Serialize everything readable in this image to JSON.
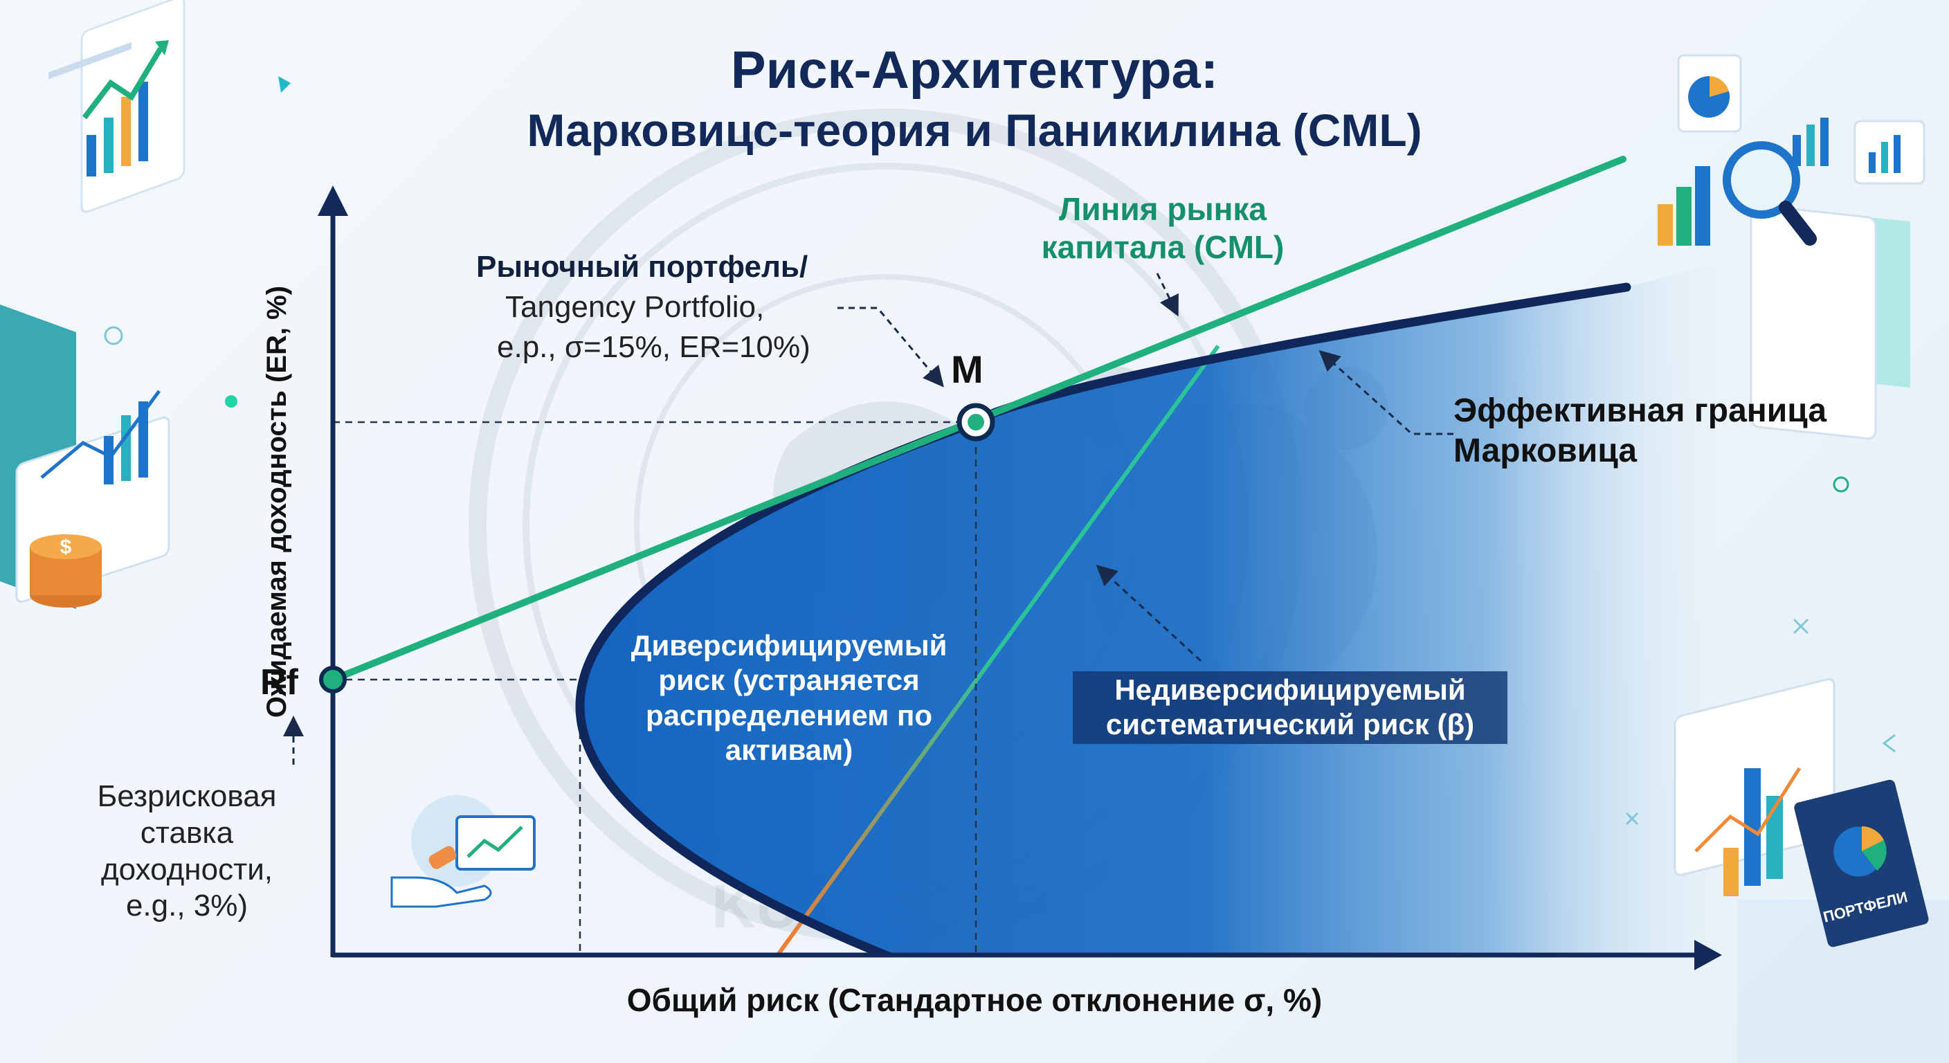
{
  "title": {
    "line1": "Риск-Архитектура:",
    "line2": "Марковицс-теория и Паникилина (CML)"
  },
  "axes": {
    "x_label": "Общий риск (Стандартное отклонение σ, %)",
    "y_label": "Ожидаемая доходность (ER, %)"
  },
  "labels": {
    "market_portfolio": {
      "line1": "Рыночный портфель/",
      "line2": "Tangency Portfolio,",
      "line3": "e.p., σ=15%, ER=10%)"
    },
    "cml": "Линия рынка капитала (CML)",
    "efficient_frontier": "Эффективная граница Марковица",
    "rf_point": "Rf",
    "m_point": "M",
    "risk_free_rate": "Безрисковая ставка доходности, e.g., 3%)",
    "diversifiable_risk": "Диверсифицируемый риск (устраняется распределением по активам)",
    "nondiversifiable_risk": "Недиверсифицируемый систематический риск (β)",
    "portfolio_badge": "ПОРТФЕЛИ",
    "watermark": "KUTPROFIT"
  },
  "colors": {
    "cml_line": "#1fb07e",
    "frontier_curve": "#10275c",
    "risky_region": "#1565c0",
    "title": "#13295a",
    "beta_line_top": "#2bc49a",
    "beta_line_bottom": "#ff7a2a"
  },
  "icons": [
    "bar-chart-board-icon",
    "coins-chart-board-icon",
    "hand-chart-icon",
    "reports-magnifier-icon",
    "portfolio-folder-icon"
  ]
}
